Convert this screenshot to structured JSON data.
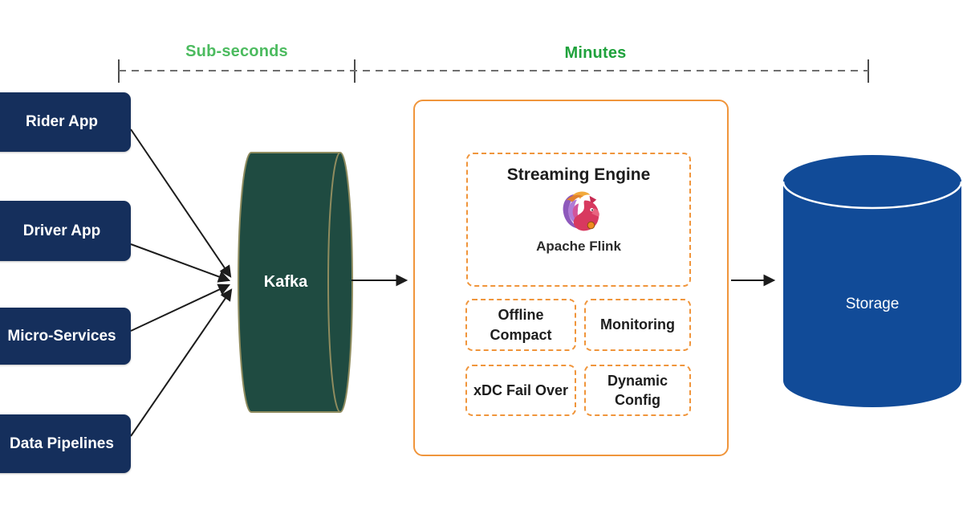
{
  "timeline": {
    "sub_seconds_label": "Sub-seconds",
    "sub_seconds_color": "#4CBB5F",
    "minutes_label": "Minutes",
    "minutes_color": "#1FA23C"
  },
  "sources": [
    {
      "label": "Rider App"
    },
    {
      "label": "Driver App"
    },
    {
      "label": "Micro-Services"
    },
    {
      "label": "Data Pipelines"
    }
  ],
  "source_box_color": "#152F5C",
  "kafka": {
    "label": "Kafka",
    "fill_color": "#1F4B41",
    "outline_color": "#8F8C5F"
  },
  "streaming_platform": {
    "accent_color": "#F0953B",
    "engine": {
      "title": "Streaming Engine",
      "logo_icon": "flink-squirrel-icon",
      "logo_caption": "Apache Flink"
    },
    "modules": [
      {
        "label": "Offline Compact"
      },
      {
        "label": "Monitoring"
      },
      {
        "label": "xDC Fail Over"
      },
      {
        "label": "Dynamic Config"
      }
    ]
  },
  "storage": {
    "label": "Storage",
    "fill_color": "#114B98"
  }
}
